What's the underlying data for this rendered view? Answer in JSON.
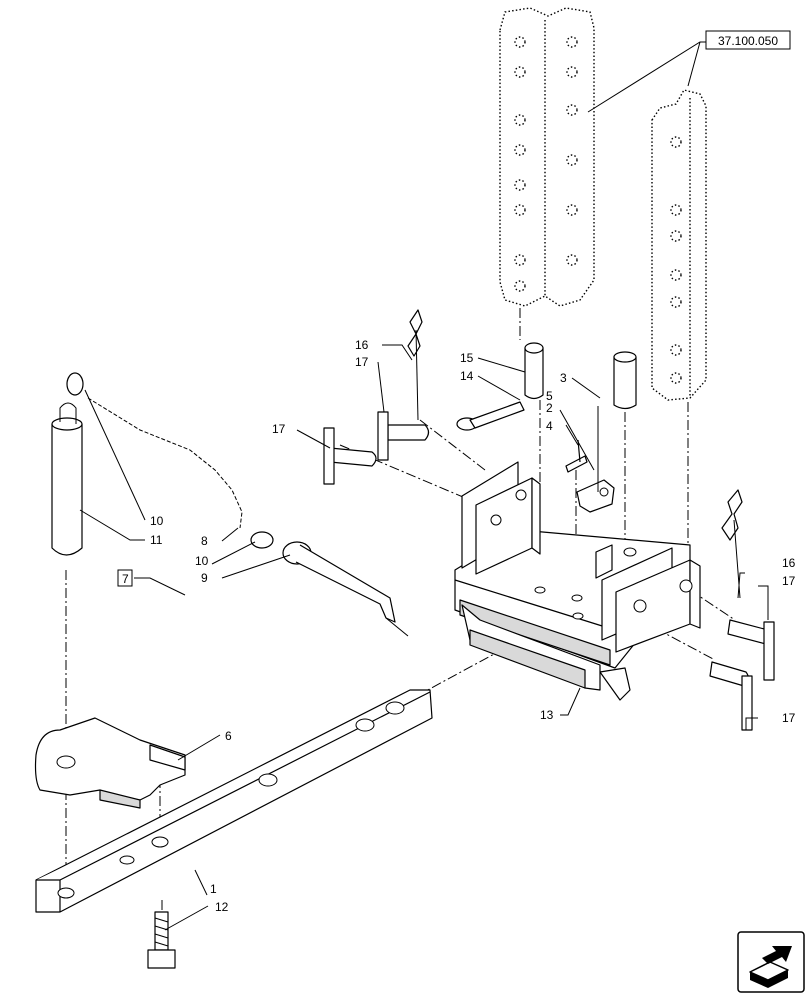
{
  "reference_box": "37.100.050",
  "callouts": {
    "c1": "1",
    "c2": "2",
    "c3": "3",
    "c4": "4",
    "c5": "5",
    "c6": "6",
    "c7": "7",
    "c8": "8",
    "c9": "9",
    "c10a": "10",
    "c10b": "10",
    "c11": "11",
    "c12": "12",
    "c13": "13",
    "c14": "14",
    "c15": "15",
    "c16a": "16",
    "c16b": "16",
    "c17a": "17",
    "c17b": "17",
    "c17c": "17",
    "c17d": "17"
  },
  "nav_icon": "navigate-arrow-icon"
}
